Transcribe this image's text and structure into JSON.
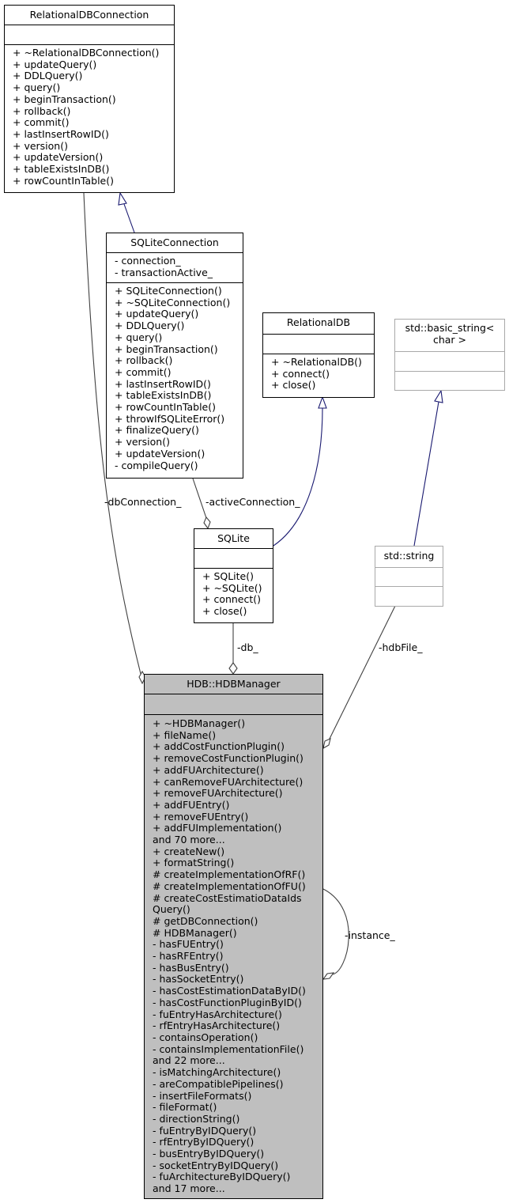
{
  "classes": {
    "relational_db_connection": {
      "name": "RelationalDBConnection",
      "attributes": [],
      "methods": [
        "+ ~RelationalDBConnection()",
        "+ updateQuery()",
        "+ DDLQuery()",
        "+ query()",
        "+ beginTransaction()",
        "+ rollback()",
        "+ commit()",
        "+ lastInsertRowID()",
        "+ version()",
        "+ updateVersion()",
        "+ tableExistsInDB()",
        "+ rowCountInTable()"
      ]
    },
    "sqlite_connection": {
      "name": "SQLiteConnection",
      "attributes": [
        "- connection_",
        "- transactionActive_"
      ],
      "methods": [
        "+ SQLiteConnection()",
        "+ ~SQLiteConnection()",
        "+ updateQuery()",
        "+ DDLQuery()",
        "+ query()",
        "+ beginTransaction()",
        "+ rollback()",
        "+ commit()",
        "+ lastInsertRowID()",
        "+ tableExistsInDB()",
        "+ rowCountInTable()",
        "+ throwIfSQLiteError()",
        "+ finalizeQuery()",
        "+ version()",
        "+ updateVersion()",
        "- compileQuery()"
      ]
    },
    "relational_db": {
      "name": "RelationalDB",
      "attributes": [],
      "methods": [
        "+ ~RelationalDB()",
        "+ connect()",
        "+ close()"
      ]
    },
    "basic_string": {
      "name_line1": "std::basic_string<",
      "name_line2": "char >",
      "attributes": [],
      "methods": []
    },
    "sqlite": {
      "name": "SQLite",
      "attributes": [],
      "methods": [
        "+ SQLite()",
        "+ ~SQLite()",
        "+ connect()",
        "+ close()"
      ]
    },
    "std_string": {
      "name": "std::string",
      "attributes": [],
      "methods": []
    },
    "hdb_manager": {
      "name": "HDB::HDBManager",
      "attributes": [],
      "methods": [
        "+ ~HDBManager()",
        "+ fileName()",
        "+ addCostFunctionPlugin()",
        "+ removeCostFunctionPlugin()",
        "+ addFUArchitecture()",
        "+ canRemoveFUArchitecture()",
        "+ removeFUArchitecture()",
        "+ addFUEntry()",
        "+ removeFUEntry()",
        "+ addFUImplementation()",
        "and 70 more...",
        "+ createNew()",
        "+ formatString()",
        "# createImplementationOfRF()",
        "# createImplementationOfFU()",
        "# createCostEstimatioDataIds",
        "Query()",
        "# getDBConnection()",
        "# HDBManager()",
        "- hasFUEntry()",
        "- hasRFEntry()",
        "- hasBusEntry()",
        "- hasSocketEntry()",
        "- hasCostEstimationDataByID()",
        "- hasCostFunctionPluginByID()",
        "- fuEntryHasArchitecture()",
        "- rfEntryHasArchitecture()",
        "- containsOperation()",
        "- containsImplementationFile()",
        "and 22 more...",
        "- isMatchingArchitecture()",
        "- areCompatiblePipelines()",
        "- insertFileFormats()",
        "- fileFormat()",
        "- directionString()",
        "- fuEntryByIDQuery()",
        "- rfEntryByIDQuery()",
        "- busEntryByIDQuery()",
        "- socketEntryByIDQuery()",
        "- fuArchitectureByIDQuery()",
        "and 17 more..."
      ]
    }
  },
  "edge_labels": {
    "db_connection": "-dbConnection_",
    "active_connection": "-activeConnection_",
    "db": "-db_",
    "hdb_file": "-hdbFile_",
    "instance": "-instance_"
  },
  "colors": {
    "inheritance_edge": "#191970",
    "association_edge": "#404040",
    "focus_fill": "#bfbfbf",
    "external_border": "#a9a9a9"
  }
}
